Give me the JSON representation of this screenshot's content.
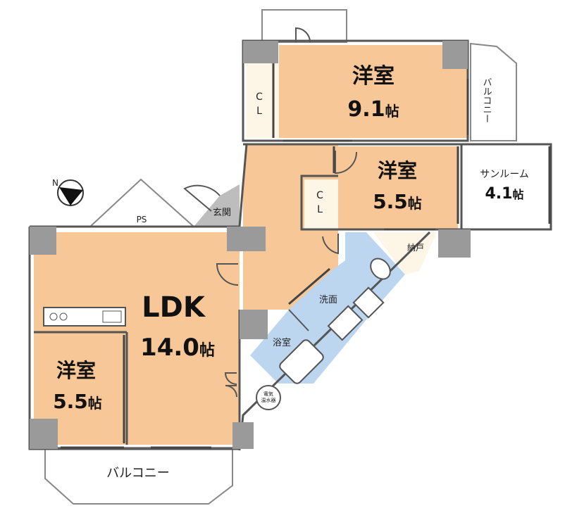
{
  "colors": {
    "room_fill": "#f7c797",
    "wet_fill": "#bcd6f0",
    "wall_dark": "#9a9a9a",
    "closet_fill": "#fdf5e6",
    "outline": "#555555"
  },
  "compass": {
    "north_label": "N"
  },
  "rooms": {
    "bedroom_top": {
      "name": "洋室",
      "size": "9.1",
      "unit": "帖"
    },
    "bedroom_mid": {
      "name": "洋室",
      "size": "5.5",
      "unit": "帖"
    },
    "sunroom": {
      "name": "サンルーム",
      "size": "4.1",
      "unit": "帖"
    },
    "ldk": {
      "name": "LDK",
      "size": "14.0",
      "unit": "帖"
    },
    "bedroom_left": {
      "name": "洋室",
      "size": "5.5",
      "unit": "帖"
    }
  },
  "labels": {
    "closet_top": "C\nL",
    "closet_mid": "C\nL",
    "entrance": "玄関",
    "ps": "PS",
    "storage": "納戸",
    "washroom": "洗面",
    "bathroom": "浴室",
    "water_heater": "電気温水器",
    "balcony_right": "バルコニー",
    "balcony_bottom": "バルコニー"
  }
}
